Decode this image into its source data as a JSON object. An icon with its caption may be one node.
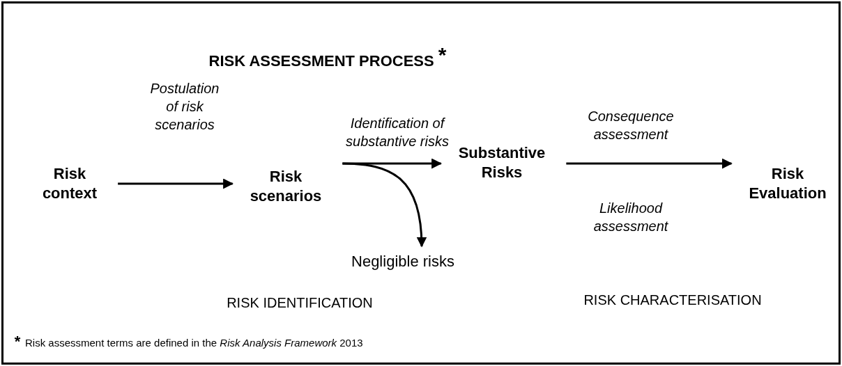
{
  "diagram": {
    "title": "RISK ASSESSMENT PROCESS $^{*}$",
    "nodes": [
      {
        "text": [
          "Risk context"
        ]
      },
      {
        "text": [
          "Risk scenarios"
        ]
      },
      {
        "text": [
          "Substantive Risks"
        ]
      },
      {
        "text": [
          "Risk Evaluation"
        ]
      },
      {
        "text": [
          "Negligible risks"
        ]
      }
    ],
    "edges": [
      {
        "from": 0,
        "to": 1,
        "arrow": "to",
        "label": "Postulation of risk scenarios"
      },
      {
        "from": 1,
        "to": 2,
        "arrow": "to",
        "label": "Identification of substantive risks"
      },
      {
        "from": 1,
        "to": 4,
        "arrow": "to"
      },
      {
        "from": 2,
        "to": 3,
        "arrow": "to",
        "label": "Consequence assessment"
      }
    ],
    "labels": [
      "Likelihood assessment",
      "RISK IDENTIFICATION",
      "RISK CHARACTERISATION",
      "*",
      "Risk assessment terms are defined in the *Risk Analysis Framework* 2013"
    ]
  }
}
